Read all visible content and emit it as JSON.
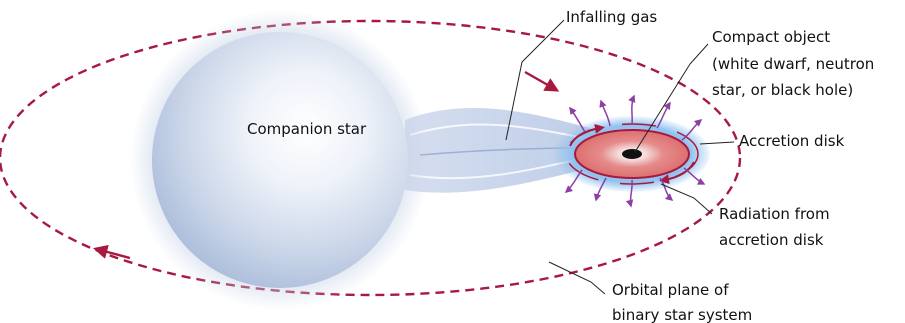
{
  "labels": {
    "infalling_gas": "Infalling gas",
    "compact_object": [
      "Compact object",
      "(white dwarf, neutron",
      "star, or black hole)"
    ],
    "companion_star": "Companion star",
    "accretion_disk": "Accretion disk",
    "radiation": [
      "Radiation from",
      "accretion disk"
    ],
    "orbital_plane": [
      "Orbital plane of",
      "binary star system"
    ]
  },
  "colors": {
    "orbit": "#a8193f",
    "radiation_arrows": "#8d3fa4",
    "disk_glow": "#7fb9ec",
    "disk_core": "#e37474",
    "star": "#d7e0ef",
    "gas": "#9fb3d6",
    "leader_lines": "#222222"
  }
}
